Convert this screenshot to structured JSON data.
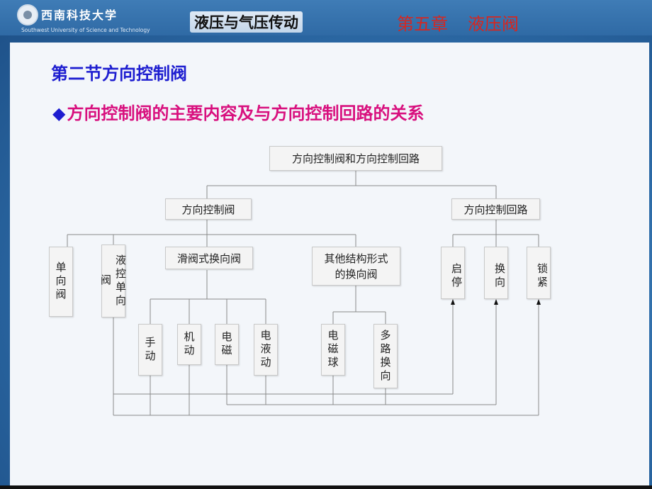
{
  "header": {
    "school_cn": "西南科技大学",
    "school_en": "Southwest University of Science and Technology",
    "course": "液压与气压传动",
    "chapter_num": "第五章",
    "chapter_name": "液压阀"
  },
  "section_title": "第二节方向控制阀",
  "bullet": {
    "symbol": "◆",
    "text": "方向控制阀的主要内容及与方向控制回路的关系"
  },
  "diagram": {
    "root": "方向控制阀和方向控制回路",
    "valve": "方向控制阀",
    "circuit": "方向控制回路",
    "check_valve": "单向阀",
    "pilot_check": "液控单向阀",
    "spool": "滑阀式换向阀",
    "other": "其他结构形式的换向阀",
    "manual": "手动",
    "mechanical": "机动",
    "electromagnetic": "电磁",
    "electrohydraulic": "电液动",
    "ball": "电磁球",
    "multiway": "多路换向",
    "start_stop": "启停",
    "reversing": "换向",
    "locking": "锁紧"
  }
}
